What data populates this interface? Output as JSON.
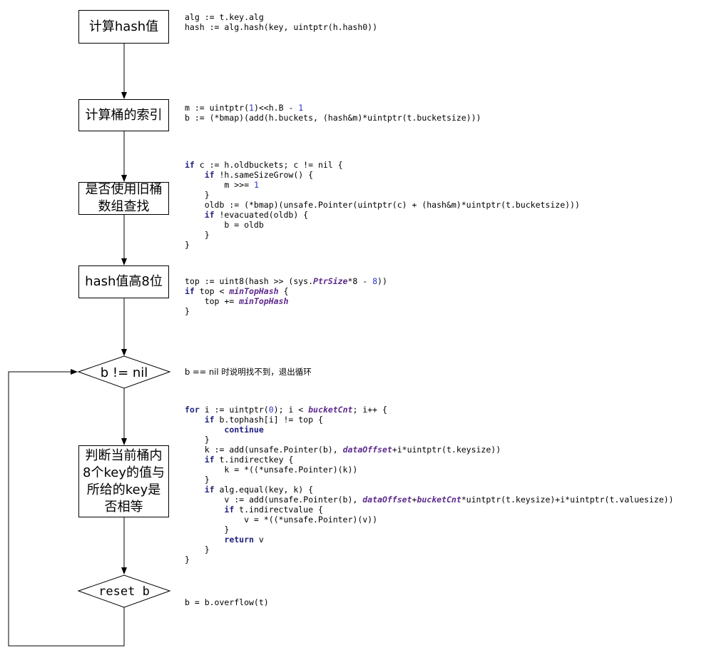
{
  "steps": {
    "hash": "计算hash值",
    "bucket_index": "计算桶的索引",
    "old_bucket_1": "是否使用旧桶",
    "old_bucket_2": "数组查找",
    "tophash": "hash值高8位",
    "cond": "b != nil",
    "compare_1": "判断当前桶内",
    "compare_2": "8个key的值与",
    "compare_3": "所给的key是",
    "compare_4": "否相等",
    "reset": "reset b"
  },
  "code": {
    "hash": [
      "alg := t.key.alg",
      "hash := alg.hash(key, uintptr(h.hash0))"
    ],
    "bucket_index": [
      "m := uintptr(1)<<h.B - 1",
      "b := (*bmap)(add(h.buckets, (hash&m)*uintptr(t.bucketsize)))"
    ],
    "old_buckets": [
      "if c := h.oldbuckets; c != nil {",
      "    if !h.sameSizeGrow() {",
      "        m >>= 1",
      "    }",
      "    oldb := (*bmap)(unsafe.Pointer(uintptr(c) + (hash&m)*uintptr(t.bucketsize)))",
      "    if !evacuated(oldb) {",
      "        b = oldb",
      "    }",
      "}"
    ],
    "tophash": [
      "top := uint8(hash >> (sys.PtrSize*8 - 8))",
      "if top < minTopHash {",
      "    top += minTopHash",
      "}"
    ],
    "cond_note": "b == nil 时说明找不到，退出循环",
    "loop": [
      "for i := uintptr(0); i < bucketCnt; i++ {",
      "    if b.tophash[i] != top {",
      "        continue",
      "    }",
      "    k := add(unsafe.Pointer(b), dataOffset+i*uintptr(t.keysize))",
      "    if t.indirectkey {",
      "        k = *((*unsafe.Pointer)(k))",
      "    }",
      "    if alg.equal(key, k) {",
      "        v := add(unsafe.Pointer(b), dataOffset+bucketCnt*uintptr(t.keysize)+i*uintptr(t.valuesize))",
      "        if t.indirectvalue {",
      "            v = *((*unsafe.Pointer)(v))",
      "        }",
      "        return v",
      "    }",
      "}"
    ],
    "reset": "b = b.overflow(t)"
  }
}
